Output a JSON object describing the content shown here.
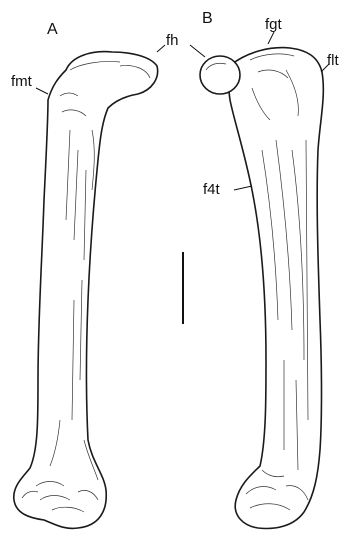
{
  "panels": {
    "a": "A",
    "b": "B"
  },
  "labels": {
    "fh": "fh",
    "fmt": "fmt",
    "fgt": "fgt",
    "flt": "flt",
    "f4t": "f4t"
  },
  "colors": {
    "ink": "#111111",
    "paper": "#ffffff"
  }
}
